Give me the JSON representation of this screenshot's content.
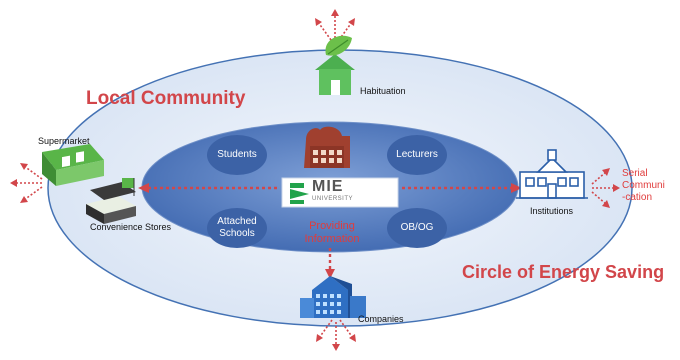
{
  "regions": {
    "outer": "Local Community",
    "bottom": "Circle of Energy Saving"
  },
  "nodes": {
    "habituation": "Habituation",
    "supermarket": "Supermarket",
    "convenience": "Convenience Stores",
    "institutions": "Institutions",
    "companies": "Companies"
  },
  "inner_bubbles": {
    "students": "Students",
    "lecturers": "Lecturers",
    "attached_1": "Attached",
    "attached_2": "Schools",
    "obog": "OB/OG"
  },
  "center": {
    "logo_main": "MIE",
    "logo_sub": "UNIVERSITY",
    "providing_1": "Providing",
    "providing_2": "Information"
  },
  "serial": {
    "line1": "Serial",
    "line2": "Communi",
    "line3": "-cation"
  },
  "colors": {
    "outer_fill": "#dde7f5",
    "outer_stroke": "#3f6fb0",
    "inner_fill": "#4f79bf",
    "bubble_fill": "#3d63a8",
    "accent_red": "#d2464a",
    "logo_green": "#22a34b"
  },
  "icons": [
    "house-leaf-icon",
    "supermarket-icon",
    "convenience-store-icon",
    "university-building-icon",
    "institutions-icon",
    "companies-icon"
  ]
}
